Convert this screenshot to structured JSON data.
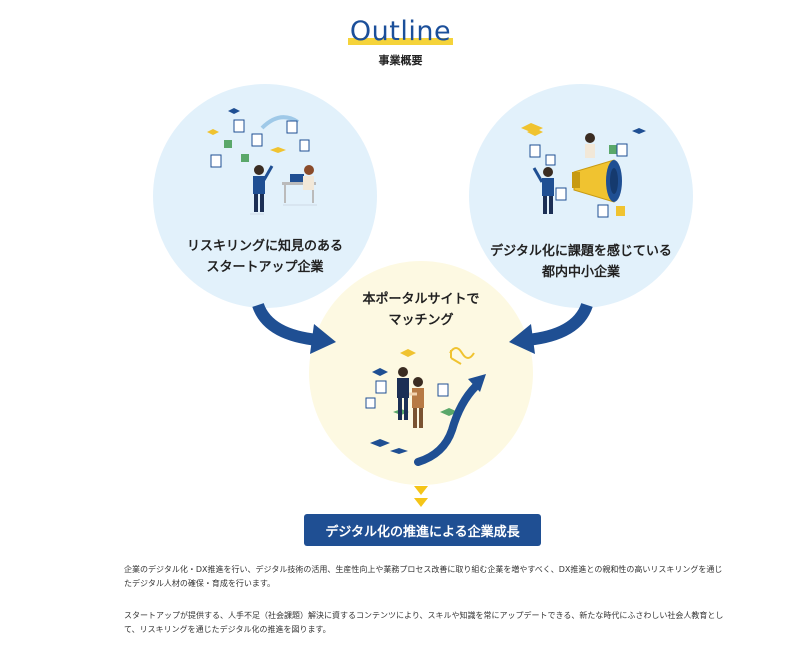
{
  "header": {
    "title": "Outline",
    "subtitle": "事業概要"
  },
  "nodes": {
    "left": {
      "line1": "リスキリングに知見のある",
      "line2": "スタートアップ企業"
    },
    "right": {
      "line1": "デジタル化に課題を感じている",
      "line2": "都内中小企業"
    },
    "center": {
      "line1": "本ポータルサイトで",
      "line2": "マッチング"
    }
  },
  "result": {
    "label": "デジタル化の推進による企業成長"
  },
  "description": {
    "paragraph1": "企業のデジタル化・DX推進を行い、デジタル技術の活用、生産性向上や業務プロセス改善に取り組む企業を増やすべく、DX推進との親和性の高いリスキリングを通じたデジタル人材の確保・育成を行います。",
    "paragraph2": "スタートアップが提供する、人手不足（社会課題）解決に資するコンテンツにより、スキルや知識を常にアップデートできる、新たな時代にふさわしい社会人教育として、リスキリングを通じたデジタル化の推進を図ります。"
  },
  "colors": {
    "navy": "#1f4f93",
    "title_blue": "#1b4f9a",
    "highlight_yellow": "#f5d33a",
    "circle_blue": "#e2f1fb",
    "circle_cream": "#fdf9e2",
    "arrow_yellow": "#f5c518"
  },
  "icons": [
    "curved-arrow-icon",
    "down-arrow-icon",
    "megaphone-icon",
    "growth-arrow-icon",
    "person-icon"
  ]
}
